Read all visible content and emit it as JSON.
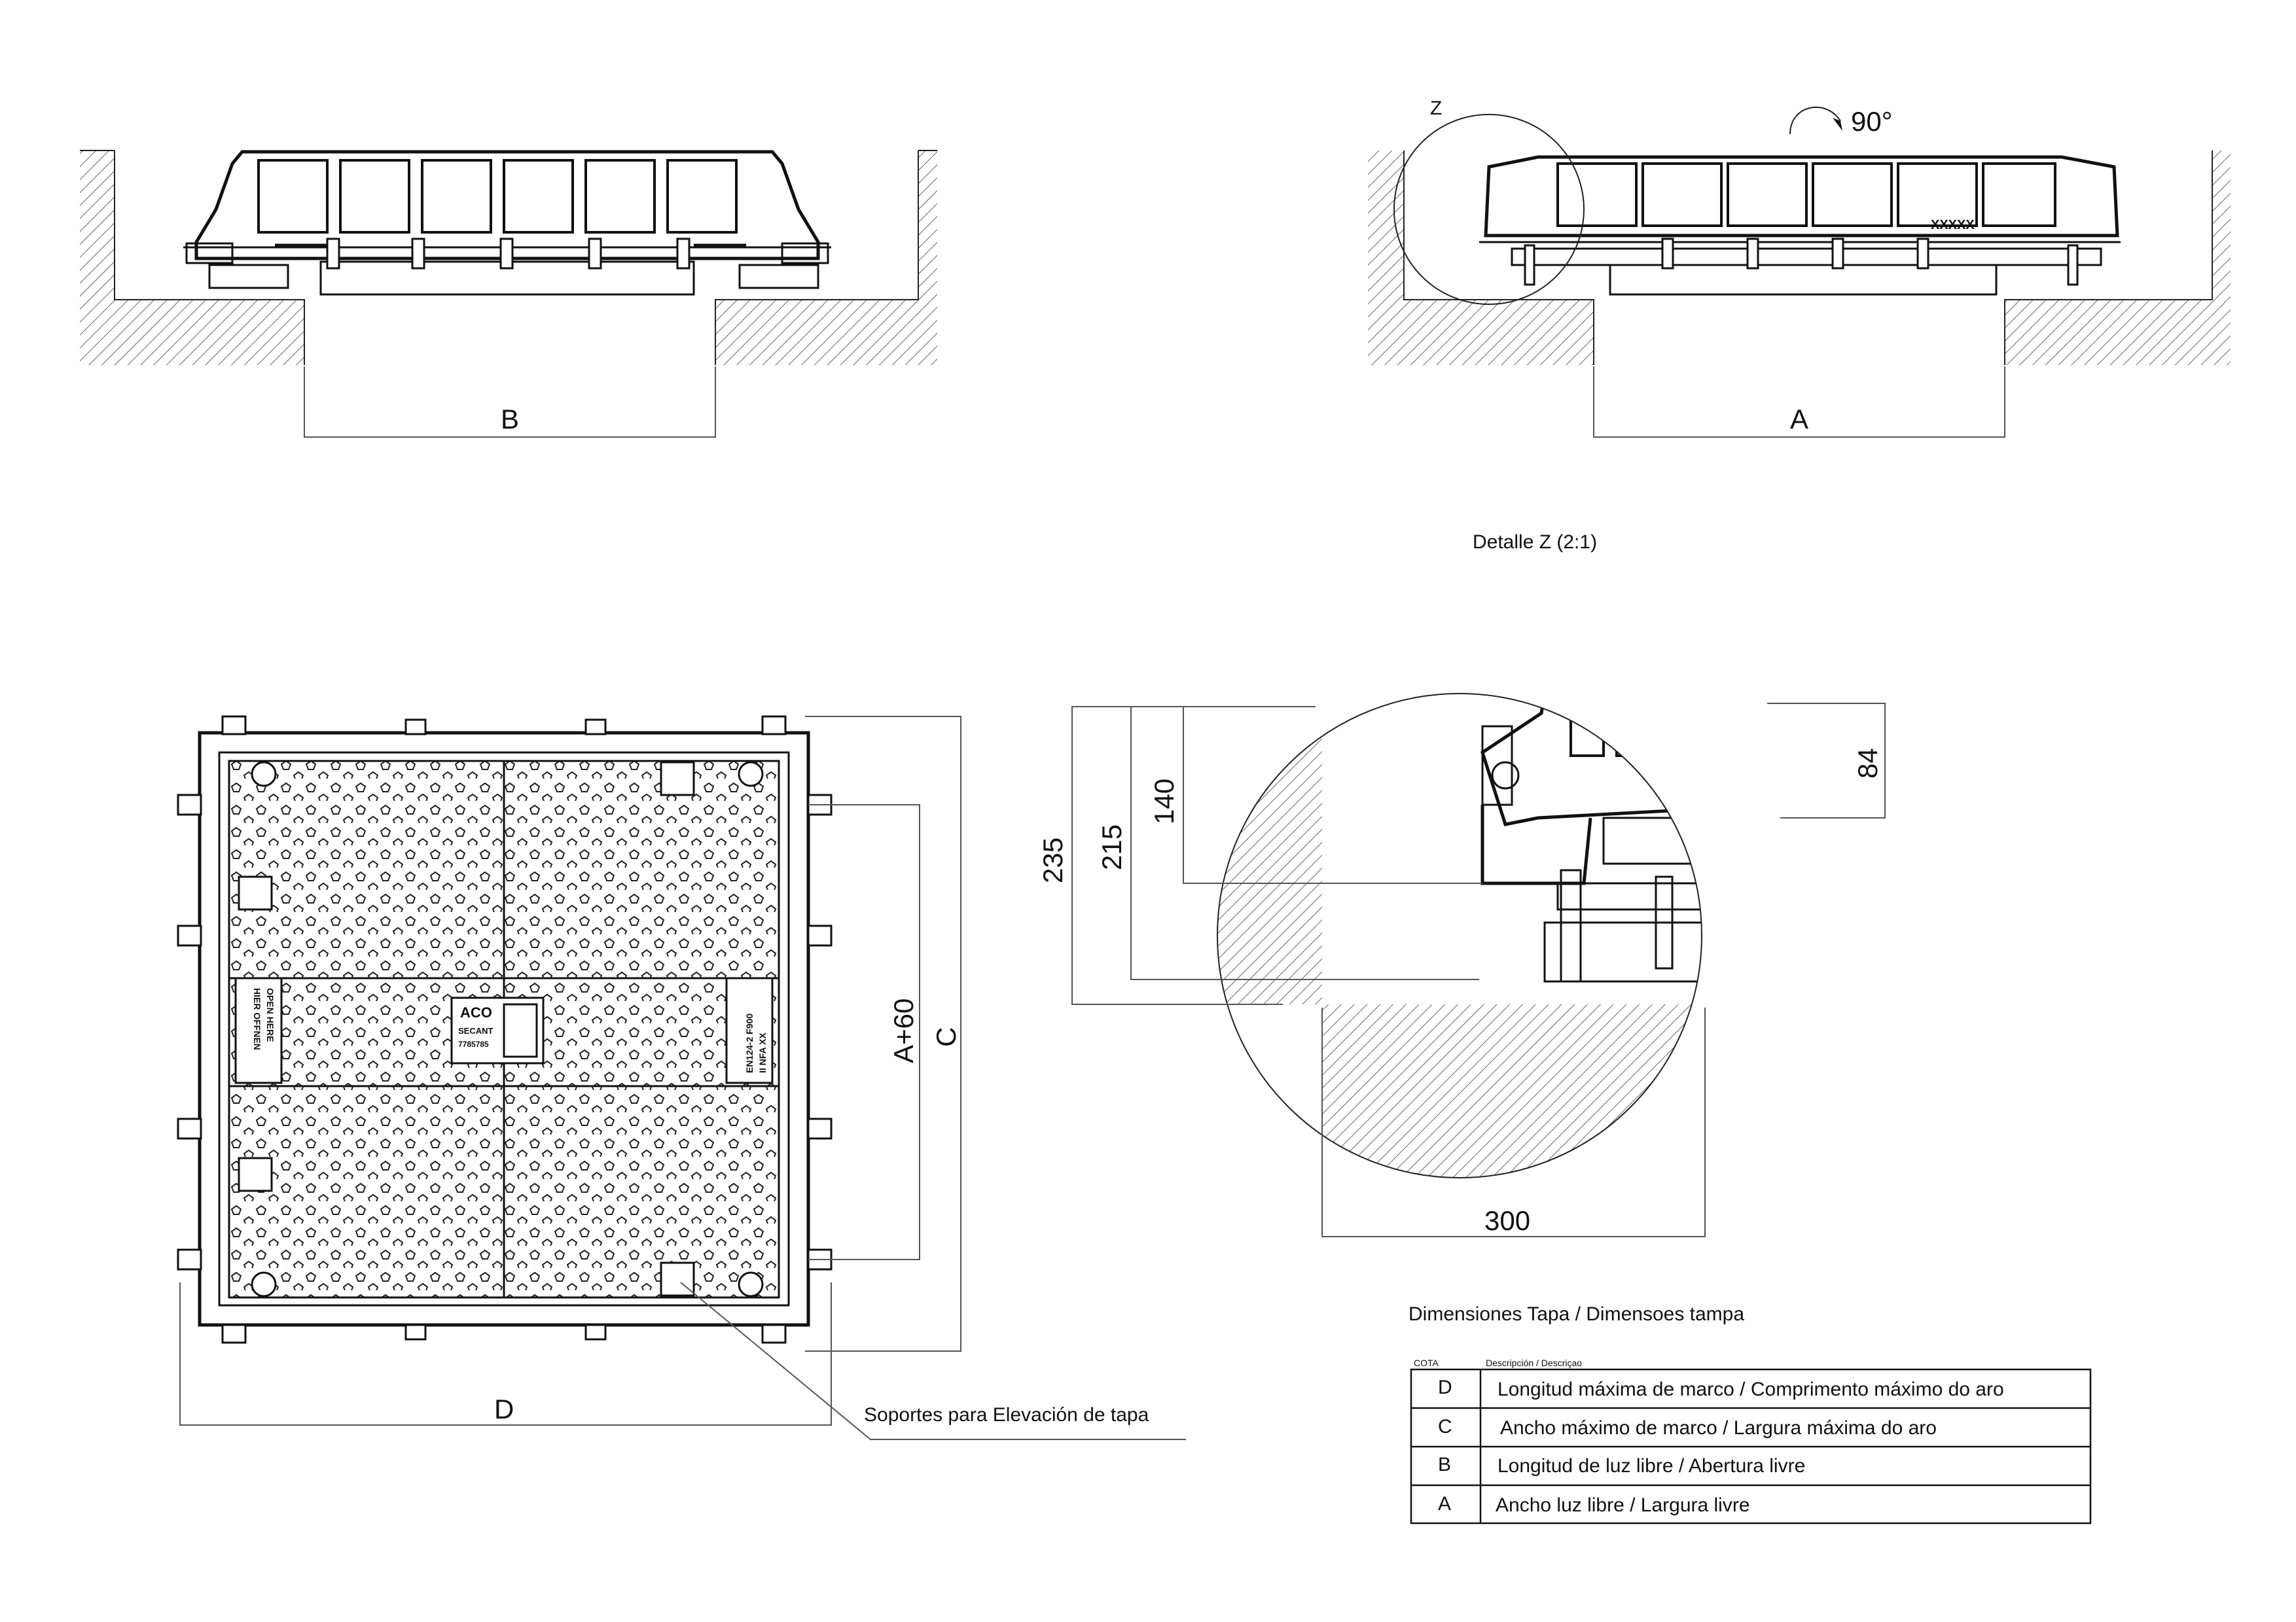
{
  "section_left": {
    "dim_label": "B"
  },
  "section_right": {
    "dim_label": "A",
    "detail_marker": "Z",
    "rotation_label": "90°"
  },
  "detail": {
    "title": "Detalle Z (2:1)",
    "dims": {
      "d235": "235",
      "d215": "215",
      "d140": "140",
      "d84": "84",
      "d300": "300"
    },
    "marking": "XXXXX"
  },
  "plan": {
    "dim_D": "D",
    "dim_C": "C",
    "dim_A60": "A+60",
    "callout": "Soportes para Elevación de tapa",
    "plate_left": [
      "HIER OFFNEN",
      "OPEN HERE"
    ],
    "plate_right": [
      "EN124-2 F900",
      "II NFA XX"
    ],
    "badge": [
      "ACO",
      "SECANT",
      "7785785"
    ]
  },
  "table": {
    "title": "Dimensiones Tapa / Dimensoes tampa",
    "headers": [
      "COTA",
      "Descripción / Descriçao"
    ],
    "rows": [
      {
        "cota": "D",
        "desc": "Longitud máxima de marco / Comprimento máximo do aro"
      },
      {
        "cota": "C",
        "desc": "Ancho máximo de marco / Largura máxima do aro"
      },
      {
        "cota": "B",
        "desc": "Longitud de luz libre / Abertura livre"
      },
      {
        "cota": "A",
        "desc": "Ancho luz libre / Largura livre"
      }
    ]
  }
}
